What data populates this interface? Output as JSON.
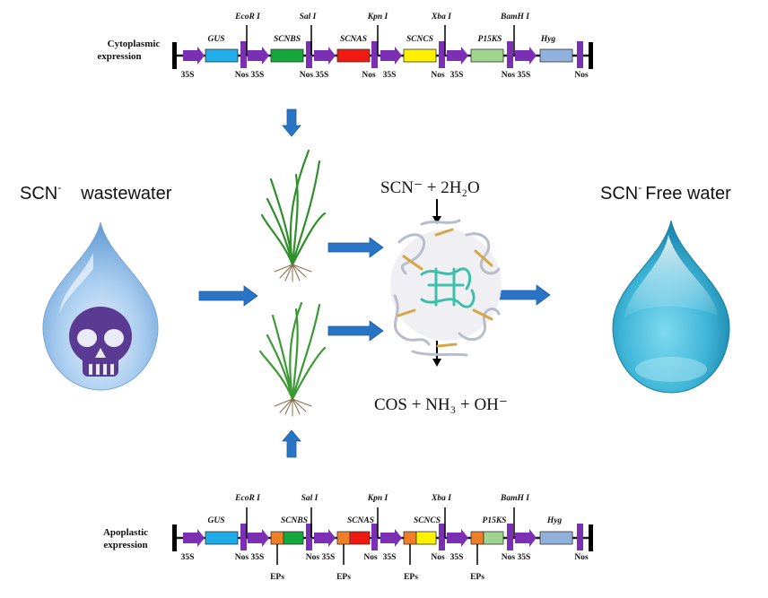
{
  "constructs": {
    "cytoplasmic": {
      "label_line1": "Cytoplasmic",
      "label_line2": "expression",
      "enzymes": [
        "EcoR I",
        "Sal I",
        "Kpn I",
        "Xba I",
        "BamH I"
      ],
      "genes": [
        "GUS",
        "SCNBS",
        "SCNAS",
        "SCNCS",
        "P15KS",
        "Hyg"
      ],
      "elements": [
        "35S",
        "Nos 35S",
        "Nos 35S",
        "Nos",
        "35S",
        "Nos",
        "35S",
        "Nos 35S",
        "Nos"
      ]
    },
    "apoplastic": {
      "label_line1": "Apoplastic",
      "label_line2": "expression",
      "enzymes": [
        "EcoR I",
        "Sal I",
        "Kpn I",
        "Xba I",
        "BamH I"
      ],
      "genes": [
        "GUS",
        "SCNBS",
        "SCNAS",
        "SCNCS",
        "P15KS",
        "Hyg"
      ],
      "elements": [
        "35S",
        "Nos 35S",
        "Nos 35S",
        "Nos",
        "35S",
        "Nos",
        "35S",
        "Nos 35S",
        "Nos"
      ],
      "signal_peptides": [
        "EPs",
        "EPs",
        "EPs",
        "EPs"
      ]
    }
  },
  "labels": {
    "input_main": "SCN",
    "input_sup": "-",
    "input_rest": "wastewater",
    "output_main": "SCN",
    "output_sup": "-",
    "output_rest": "Free water"
  },
  "reaction": {
    "top": "SCN⁻ + 2H₂O",
    "bottom": "COS + NH₃ + OH⁻"
  },
  "colors": {
    "promoter_arrow": "#7b2fb3",
    "flow_arrow": "#2a74c6",
    "backbone": "#1a1a1a",
    "gene_GUS": "#1faee9",
    "gene_SCNBS": "#14a83c",
    "gene_SCNAS": "#f01a12",
    "gene_SCNCS": "#fff200",
    "gene_P15KS": "#9fd58f",
    "gene_Hyg": "#8fb1dc",
    "signal_peptide": "#f07e26"
  }
}
